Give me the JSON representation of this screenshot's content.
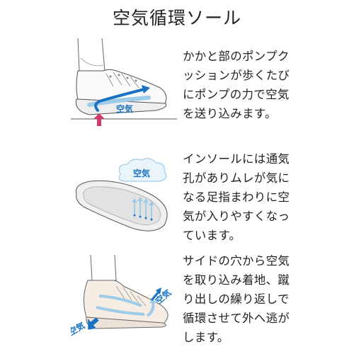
{
  "title": "空気循環ソール",
  "colors": {
    "accent_blue": "#1a73c2",
    "light_blue": "#9ecbe8",
    "arrow_pink": "#d23a6e",
    "line_gray": "#555555"
  },
  "sections": [
    {
      "label": "空気",
      "lines": [
        "かかと部のポンプク",
        "ッションが歩くたび",
        "にポンプの力で空気",
        "を送り込みます。"
      ]
    },
    {
      "label": "空気",
      "lines": [
        "インソールには通気",
        "孔がありムレが気に",
        "なる足指まわりに空",
        "気が入りやすくなっ",
        "ています。"
      ]
    },
    {
      "label_top": "空気",
      "label_bottom": "空気",
      "lines": [
        "サイドの穴から空気",
        "を取り込み着地、蹴",
        "り出しの繰り返しで",
        "循環させて外へ逃が",
        "します。"
      ]
    }
  ]
}
